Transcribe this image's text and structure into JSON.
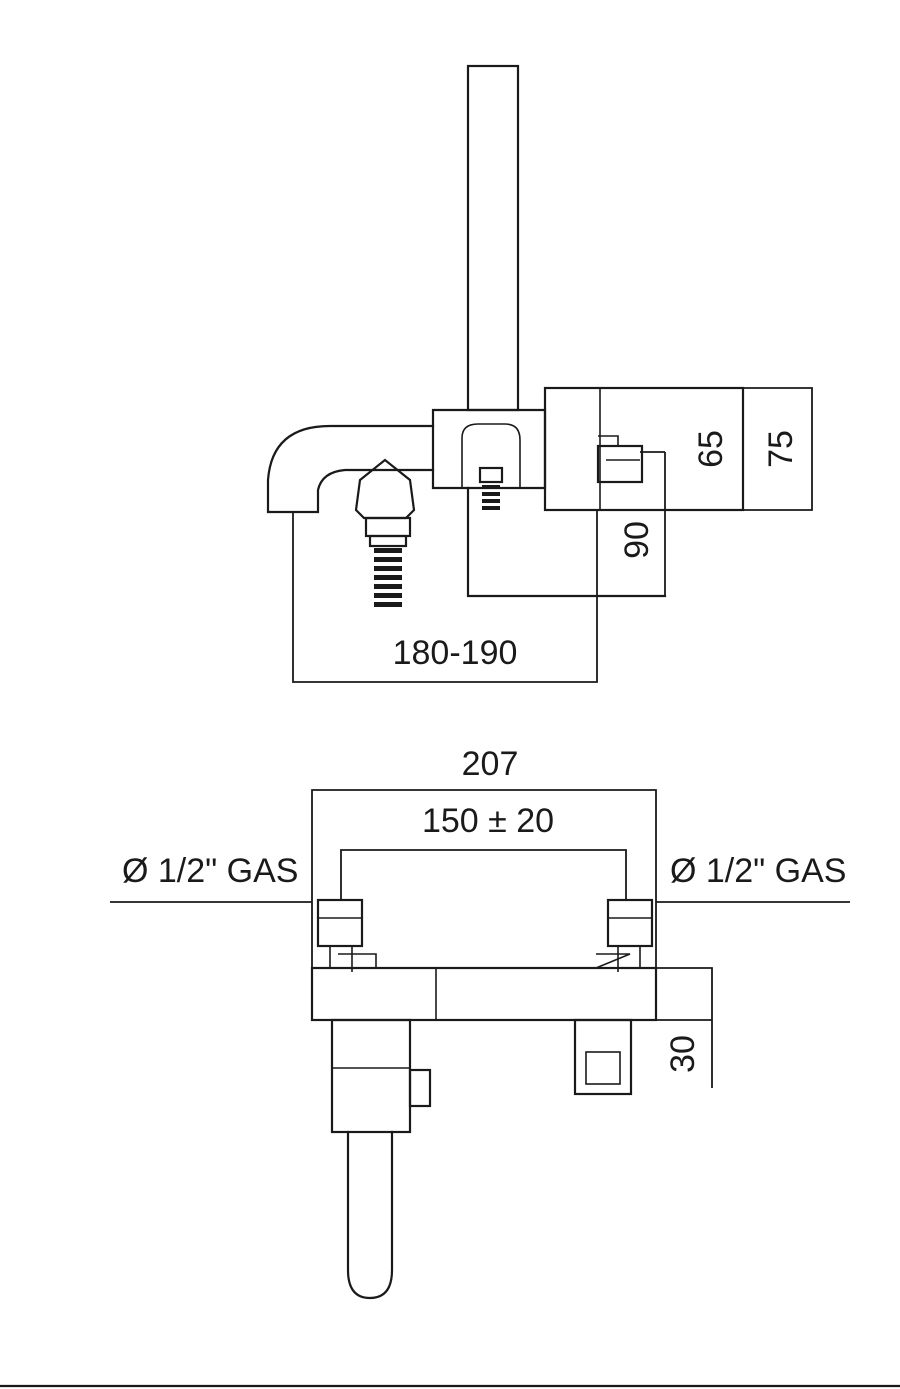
{
  "dimensions": {
    "side_view": {
      "spout_projection": "180-190",
      "height_outer": "75",
      "height_inner": "65",
      "depth": "90"
    },
    "bottom_view": {
      "overall_width": "207",
      "inlet_spacing": "150 ± 20",
      "inlet_left": "Ø 1/2\" GAS",
      "inlet_right": "Ø 1/2\" GAS",
      "body_depth": "30"
    }
  },
  "colors": {
    "line": "#1a1a1a",
    "background": "#ffffff"
  }
}
